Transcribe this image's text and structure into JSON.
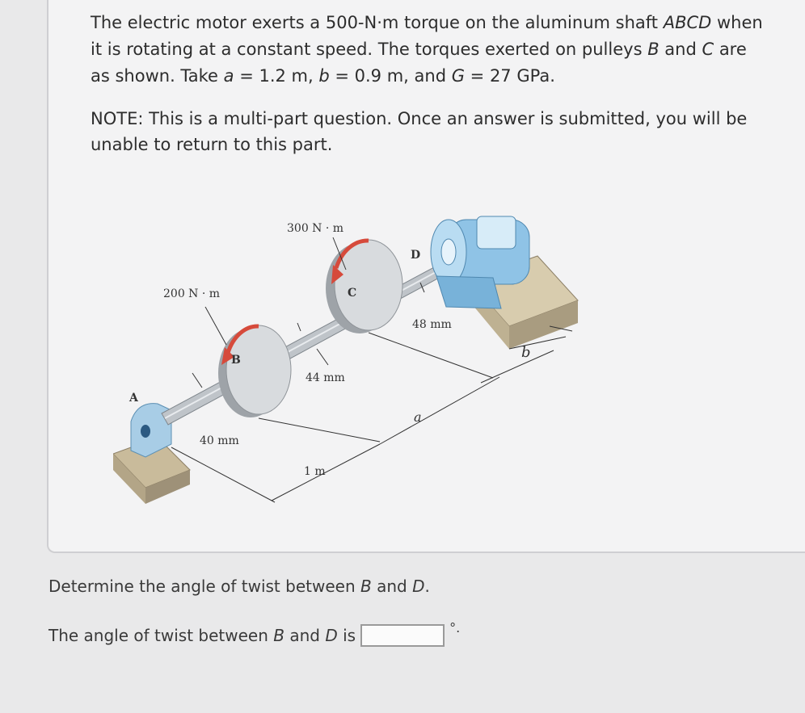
{
  "problem": {
    "segments": [
      {
        "text": "The electric motor exerts a 500-N·m torque on the aluminum shaft ",
        "italic": false
      },
      {
        "text": "ABCD",
        "italic": true
      },
      {
        "text": " when it is rotating at a constant speed. The torques exerted on pulleys ",
        "italic": false
      },
      {
        "text": "B",
        "italic": true
      },
      {
        "text": " and ",
        "italic": false
      },
      {
        "text": "C",
        "italic": true
      },
      {
        "text": " are as shown. Take ",
        "italic": false
      },
      {
        "text": "a",
        "italic": true
      },
      {
        "text": " = 1.2 m, ",
        "italic": false
      },
      {
        "text": "b",
        "italic": true
      },
      {
        "text": " = 0.9 m, and ",
        "italic": false
      },
      {
        "text": "G",
        "italic": true
      },
      {
        "text": " = 27 GPa.",
        "italic": false
      }
    ]
  },
  "note": "NOTE: This is a multi-part question. Once an answer is submitted, you will be unable to return to this part.",
  "figure": {
    "torque_c": "300 N · m",
    "torque_b": "200 N · m",
    "label_a": "A",
    "label_b": "B",
    "label_c": "C",
    "label_d": "D",
    "dia_ab": "40 mm",
    "dia_bc": "44 mm",
    "dia_cd": "48 mm",
    "len_bc": "1 m",
    "dim_a": "a",
    "dim_b": "b"
  },
  "part": {
    "segments": [
      {
        "text": "Determine the angle of twist between ",
        "italic": false
      },
      {
        "text": "B",
        "italic": true
      },
      {
        "text": " and ",
        "italic": false
      },
      {
        "text": "D",
        "italic": true
      },
      {
        "text": ".",
        "italic": false
      }
    ]
  },
  "answer": {
    "segments": [
      {
        "text": "The angle of twist between ",
        "italic": false
      },
      {
        "text": "B",
        "italic": true
      },
      {
        "text": " and ",
        "italic": false
      },
      {
        "text": "D",
        "italic": true
      },
      {
        "text": " is",
        "italic": false
      }
    ],
    "value": "",
    "unit": "°."
  }
}
